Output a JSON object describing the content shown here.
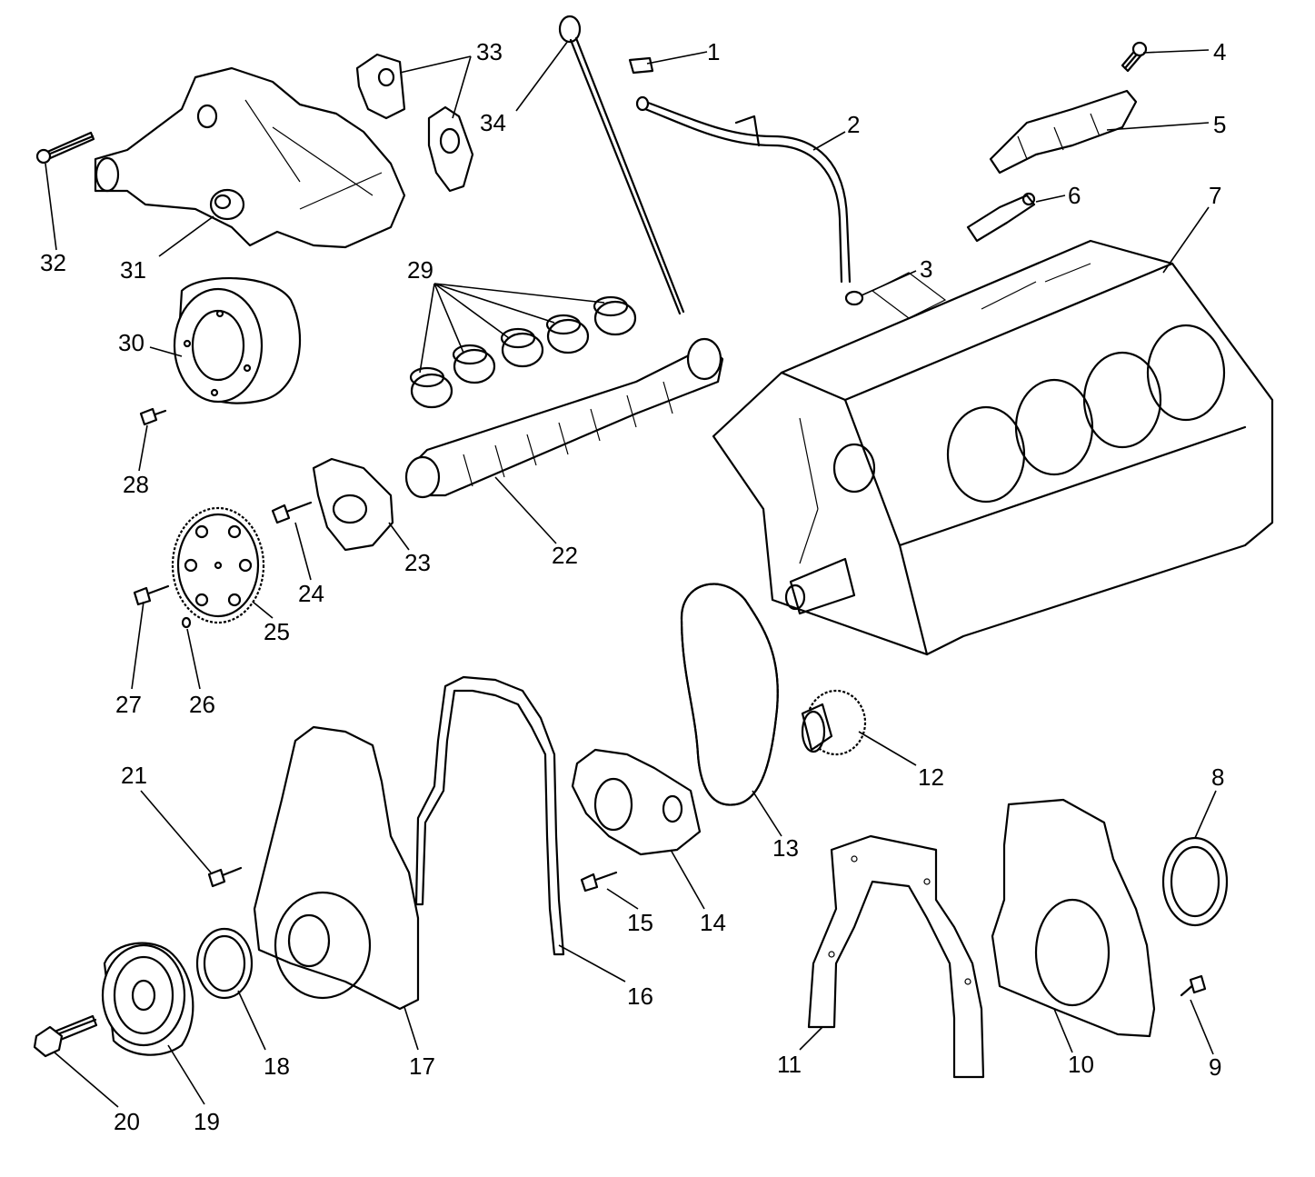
{
  "callouts": [
    {
      "id": "1",
      "text": "1"
    },
    {
      "id": "2",
      "text": "2"
    },
    {
      "id": "3",
      "text": "3"
    },
    {
      "id": "4",
      "text": "4"
    },
    {
      "id": "5",
      "text": "5"
    },
    {
      "id": "6",
      "text": "6"
    },
    {
      "id": "7",
      "text": "7"
    },
    {
      "id": "8",
      "text": "8"
    },
    {
      "id": "9",
      "text": "9"
    },
    {
      "id": "10",
      "text": "10"
    },
    {
      "id": "11",
      "text": "11"
    },
    {
      "id": "12",
      "text": "12"
    },
    {
      "id": "13",
      "text": "13"
    },
    {
      "id": "14",
      "text": "14"
    },
    {
      "id": "15",
      "text": "15"
    },
    {
      "id": "16",
      "text": "16"
    },
    {
      "id": "17",
      "text": "17"
    },
    {
      "id": "18",
      "text": "18"
    },
    {
      "id": "19",
      "text": "19"
    },
    {
      "id": "20",
      "text": "20"
    },
    {
      "id": "21",
      "text": "21"
    },
    {
      "id": "22",
      "text": "22"
    },
    {
      "id": "23",
      "text": "23"
    },
    {
      "id": "24",
      "text": "24"
    },
    {
      "id": "25",
      "text": "25"
    },
    {
      "id": "26",
      "text": "26"
    },
    {
      "id": "27",
      "text": "27"
    },
    {
      "id": "28",
      "text": "28"
    },
    {
      "id": "29",
      "text": "29"
    },
    {
      "id": "30",
      "text": "30"
    },
    {
      "id": "31",
      "text": "31"
    },
    {
      "id": "32",
      "text": "32"
    },
    {
      "id": "33",
      "text": "33"
    },
    {
      "id": "34",
      "text": "34"
    }
  ]
}
